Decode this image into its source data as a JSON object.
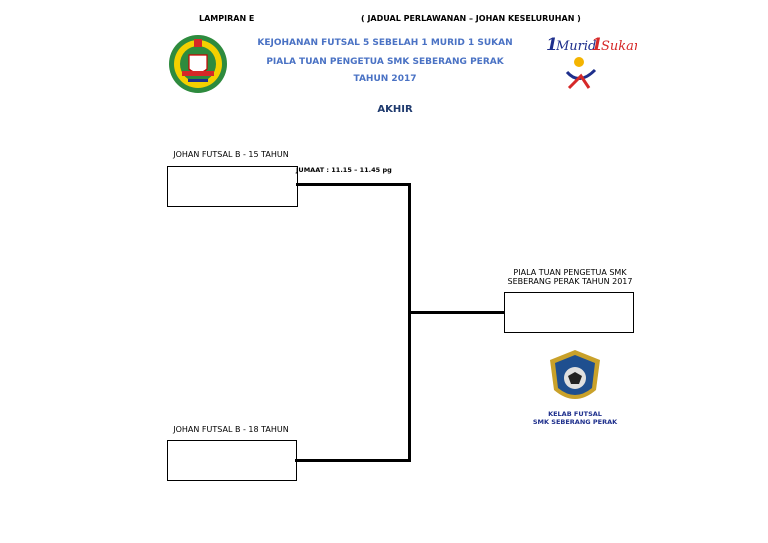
{
  "header": {
    "lampiran": "LAMPIRAN E",
    "jadual": "( JADUAL PERLAWANAN – JOHAN KESELURUHAN )",
    "title_line1": "KEJOHANAN FUTSAL 5 SEBELAH 1 MURID 1 SUKAN",
    "title_line2": "PIALA TUAN PENGETUA SMK SEBERANG PERAK",
    "title_line3": "TAHUN 2017",
    "round": "AKHIR"
  },
  "logos": {
    "left": "school-crest",
    "right_brand": "1Murid 1Sukan",
    "right_color_1": "#1e2f8c",
    "right_color_2": "#d62828",
    "club_line1": "KELAB FUTSAL",
    "club_line2": "SMK SEBERANG PERAK"
  },
  "bracket": {
    "team1_label": "JOHAN FUTSAL B - 15 TAHUN",
    "team2_label": "JOHAN FUTSAL B - 18 TAHUN",
    "match_time": "JUMAAT : 11.15 – 11.45 pg",
    "winner_label": "PIALA TUAN PENGETUA SMK SEBERANG PERAK TAHUN 2017"
  },
  "colors": {
    "title_blue": "#4a72c4",
    "akhir_navy": "#1f3a6e"
  }
}
